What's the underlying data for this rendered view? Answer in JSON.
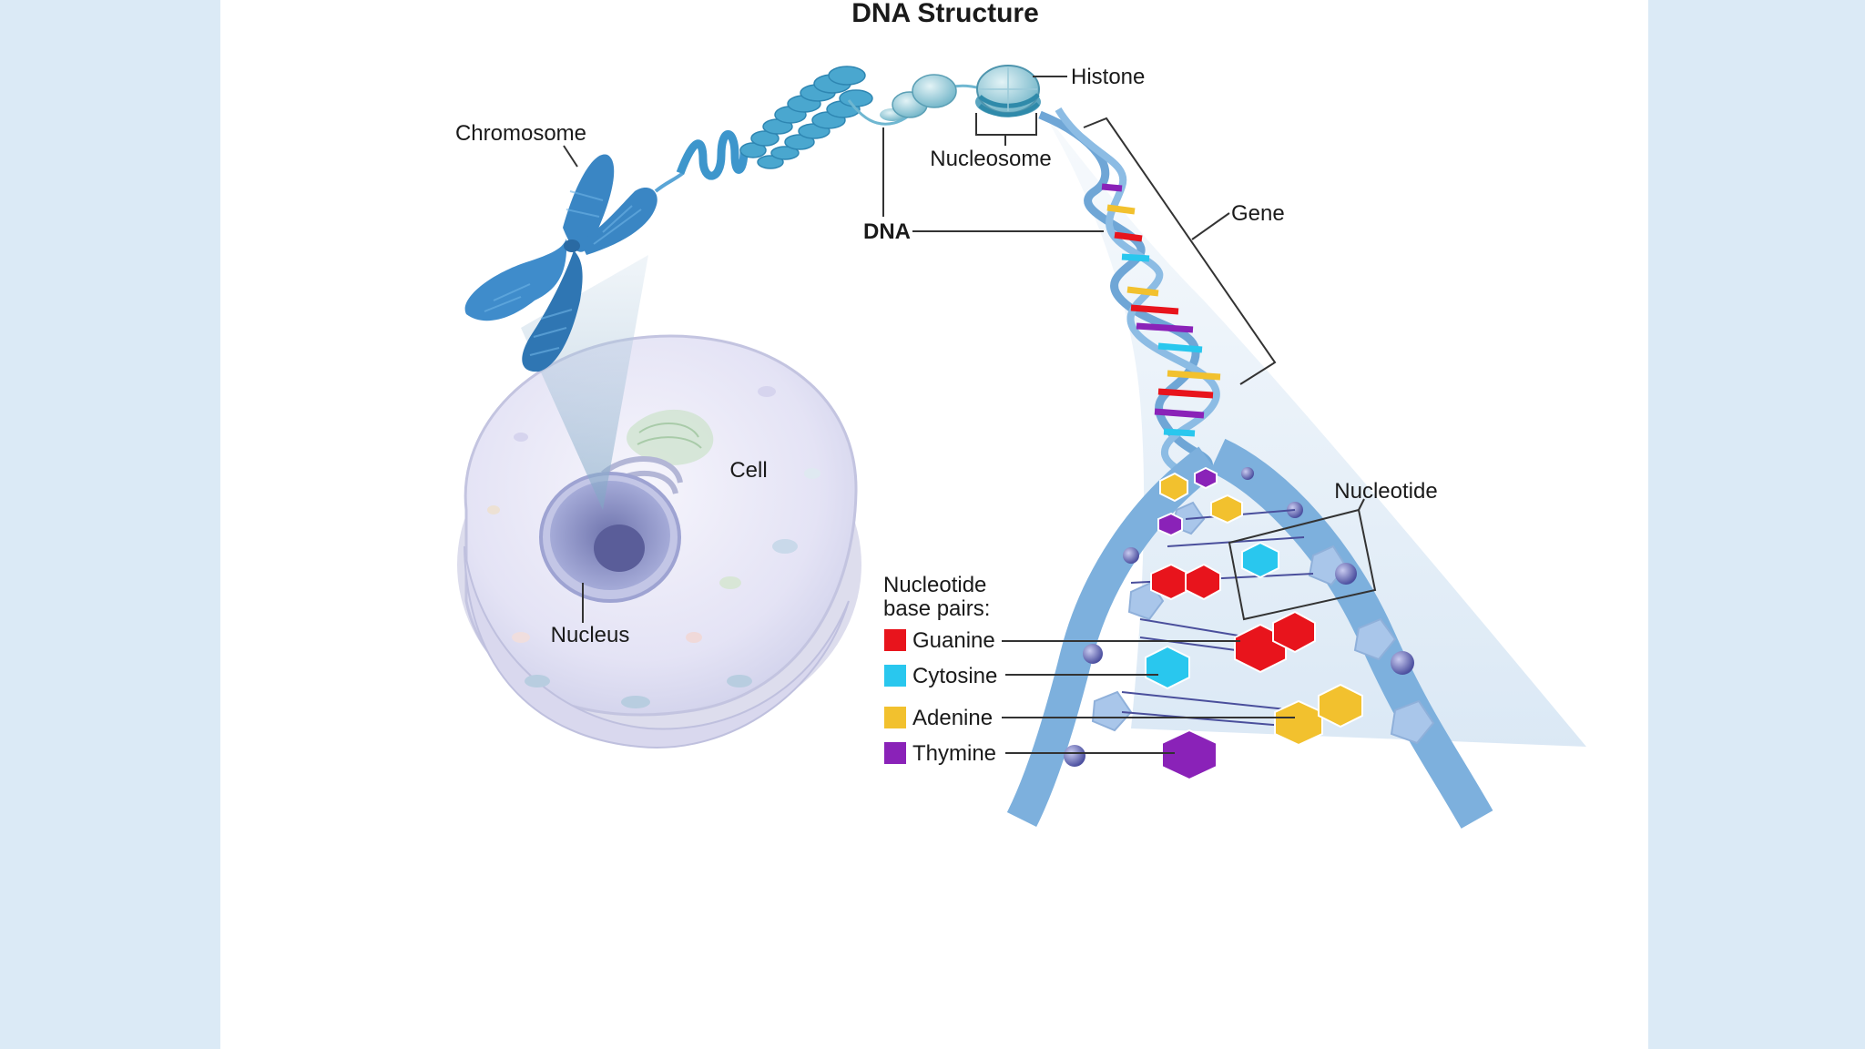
{
  "title": "DNA Structure",
  "labels": {
    "chromosome": "Chromosome",
    "histone": "Histone",
    "nucleosome": "Nucleosome",
    "dna": "DNA",
    "gene": "Gene",
    "cell": "Cell",
    "nucleus": "Nucleus",
    "nucleotide": "Nucleotide"
  },
  "legend": {
    "heading_line1": "Nucleotide",
    "heading_line2": "base pairs:",
    "items": [
      {
        "label": "Guanine",
        "color": "#e8141c"
      },
      {
        "label": "Cytosine",
        "color": "#29c7ee"
      },
      {
        "label": "Adenine",
        "color": "#f2c12e"
      },
      {
        "label": "Thymine",
        "color": "#8a22b8"
      }
    ]
  },
  "colors": {
    "chromosome": "#3a86c4",
    "backbone": "#6fa6d6",
    "sugar": "#a9c6ea",
    "phosphate": "#5b5fae",
    "cell_fill": "#e7e6f6",
    "nucleus_fill": "#8d93c8"
  }
}
